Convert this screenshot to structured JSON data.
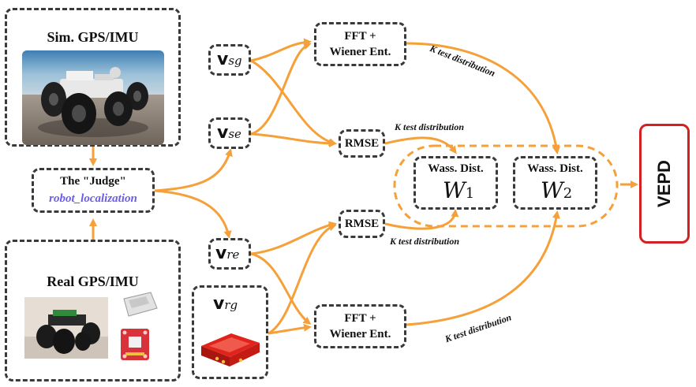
{
  "sim": {
    "title": "Sim. GPS/IMU"
  },
  "real": {
    "title": "Real GPS/IMU"
  },
  "judge": {
    "title": "The \"Judge\"",
    "subtitle": "robot_localization"
  },
  "vectors": {
    "sg": {
      "v": "v",
      "sub": "sg"
    },
    "se": {
      "v": "v",
      "sub": "se"
    },
    "re": {
      "v": "v",
      "sub": "re"
    },
    "rg": {
      "v": "v",
      "sub": "rg"
    }
  },
  "fft": {
    "line1": "FFT +",
    "line2": "Wiener Ent."
  },
  "rmse": {
    "label": "RMSE"
  },
  "wass": {
    "w1": {
      "title": "Wass. Dist.",
      "symbol": "W",
      "sub": "1"
    },
    "w2": {
      "title": "Wass. Dist.",
      "symbol": "W",
      "sub": "2"
    }
  },
  "vepd": {
    "label": "VEPD"
  },
  "k_labels": {
    "top_fft": "K test  distribution",
    "top_rmse": "K test distribution",
    "bottom_rmse": "K test distribution",
    "bottom_fft": "K test distribution"
  },
  "colors": {
    "arrow": "#f5a038",
    "border": "#3a3a3a",
    "vepd_border": "#d42020",
    "judge_subtitle": "#6a5cf0"
  }
}
